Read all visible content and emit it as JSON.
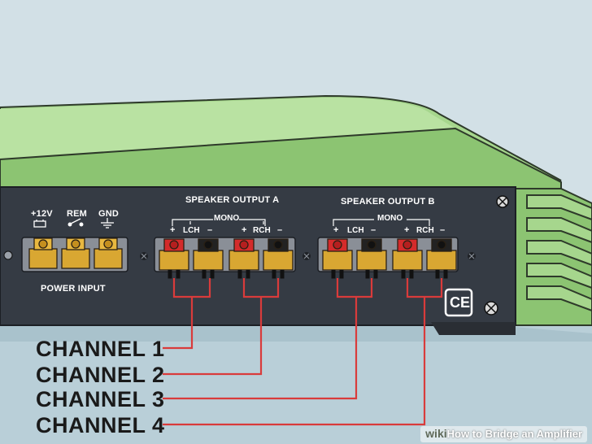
{
  "labels": {
    "plus12v": "+12V",
    "rem": "REM",
    "gnd": "GND",
    "power_input": "POWER INPUT",
    "speaker_output_a": "SPEAKER OUTPUT A",
    "speaker_output_b": "SPEAKER OUTPUT B",
    "mono": "MONO",
    "lch": "LCH",
    "rch": "RCH",
    "plus": "+",
    "minus": "–",
    "ce": "CE"
  },
  "channels": [
    "CHANNEL 1",
    "CHANNEL 2",
    "CHANNEL 3",
    "CHANNEL 4"
  ],
  "watermark": {
    "brand": "wiki",
    "title": "How to Bridge an Amplifier"
  },
  "colors": {
    "background": "#d2e0e6",
    "amp_green": "#a6d68d",
    "panel": "#353b44",
    "terminal_gold": "#d9a732",
    "terminal_red": "#d42b2b",
    "terminal_black": "#222222",
    "wire_red": "#d93b3b"
  },
  "icons": [
    "battery-icon",
    "switch-icon",
    "ground-icon",
    "screw-icon",
    "ce-mark-icon"
  ]
}
